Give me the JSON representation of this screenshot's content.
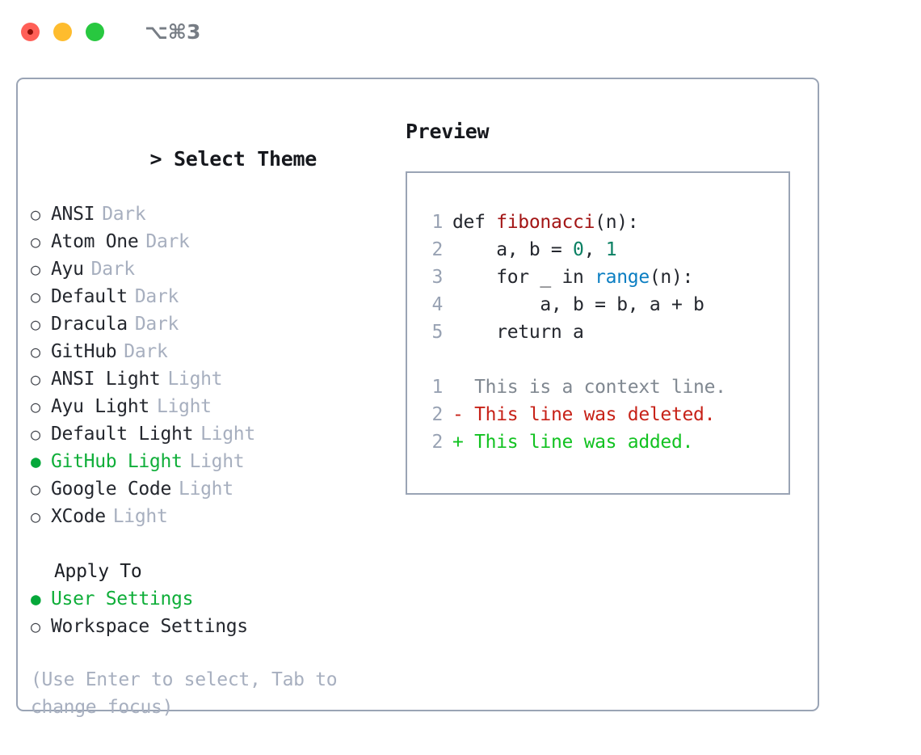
{
  "titlebar": {
    "shortcut": "⌥⌘3",
    "lights": [
      "close",
      "minimize",
      "maximize"
    ]
  },
  "left": {
    "header_prefix": "> ",
    "header": "Select Theme",
    "bullet_unselected": "○",
    "bullet_selected": "●",
    "themes": [
      {
        "name": "ANSI",
        "tag": "Dark",
        "selected": false
      },
      {
        "name": "Atom One",
        "tag": "Dark",
        "selected": false
      },
      {
        "name": "Ayu",
        "tag": "Dark",
        "selected": false
      },
      {
        "name": "Default",
        "tag": "Dark",
        "selected": false
      },
      {
        "name": "Dracula",
        "tag": "Dark",
        "selected": false
      },
      {
        "name": "GitHub",
        "tag": "Dark",
        "selected": false
      },
      {
        "name": "ANSI Light",
        "tag": "Light",
        "selected": false
      },
      {
        "name": "Ayu Light",
        "tag": "Light",
        "selected": false
      },
      {
        "name": "Default Light",
        "tag": "Light",
        "selected": false
      },
      {
        "name": "GitHub Light",
        "tag": "Light",
        "selected": true
      },
      {
        "name": "Google Code",
        "tag": "Light",
        "selected": false
      },
      {
        "name": "XCode",
        "tag": "Light",
        "selected": false
      }
    ],
    "apply_header": "Apply To",
    "apply_options": [
      {
        "name": "User Settings",
        "selected": true
      },
      {
        "name": "Workspace Settings",
        "selected": false
      }
    ],
    "hint": "(Use Enter to select, Tab to change focus)"
  },
  "right": {
    "title": "Preview",
    "code_lines": [
      {
        "num": "1",
        "tokens": [
          {
            "t": "def ",
            "k": "plain"
          },
          {
            "t": "fibonacci",
            "k": "fn"
          },
          {
            "t": "(n):",
            "k": "plain"
          }
        ]
      },
      {
        "num": "2",
        "tokens": [
          {
            "t": "    a, b = ",
            "k": "plain"
          },
          {
            "t": "0",
            "k": "num"
          },
          {
            "t": ", ",
            "k": "plain"
          },
          {
            "t": "1",
            "k": "num"
          }
        ]
      },
      {
        "num": "3",
        "tokens": [
          {
            "t": "    for _ in ",
            "k": "plain"
          },
          {
            "t": "range",
            "k": "call"
          },
          {
            "t": "(n):",
            "k": "plain"
          }
        ]
      },
      {
        "num": "4",
        "tokens": [
          {
            "t": "        a, b = b, a + b",
            "k": "plain"
          }
        ]
      },
      {
        "num": "5",
        "tokens": [
          {
            "t": "    return a",
            "k": "plain"
          }
        ]
      }
    ],
    "diff_lines": [
      {
        "num": "1",
        "marker": " ",
        "text": " This is a context line.",
        "kind": "ctx"
      },
      {
        "num": "2",
        "marker": "-",
        "text": " This line was deleted.",
        "kind": "del"
      },
      {
        "num": "2",
        "marker": "+",
        "text": " This line was added.",
        "kind": "add"
      }
    ]
  },
  "colors": {
    "accent_green": "#0fae39",
    "border": "#9aa4b5",
    "tag_gray": "#a7afbf",
    "fn_red": "#a31515",
    "num_teal": "#0a8063",
    "call_blue": "#0b7ec2",
    "diff_del": "#c72218",
    "diff_add": "#12c221",
    "diff_ctx": "#808891"
  }
}
